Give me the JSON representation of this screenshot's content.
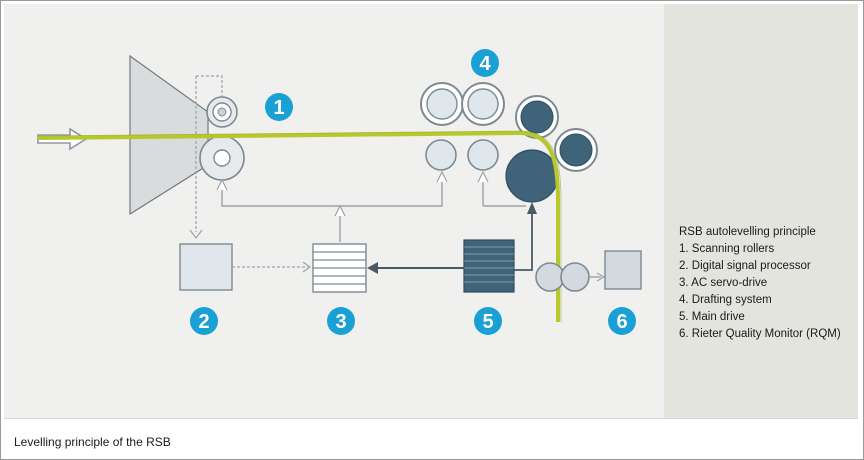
{
  "badges": {
    "b1": "1",
    "b2": "2",
    "b3": "3",
    "b4": "4",
    "b5": "5",
    "b6": "6"
  },
  "legend": {
    "title": "RSB autolevelling principle",
    "items": [
      "1. Scanning rollers",
      "2. Digital signal processor",
      "3. AC servo-drive",
      "4. Drafting system",
      "5. Main drive",
      "6. Rieter Quality Monitor (RQM)"
    ]
  },
  "caption": "Levelling principle of the RSB",
  "colors": {
    "badge": "#1aa0d4",
    "sliver": "#b6c82a",
    "roller_dark": "#3f6479",
    "roller_light": "#dfe7ec",
    "outline": "#8d9aa3"
  }
}
